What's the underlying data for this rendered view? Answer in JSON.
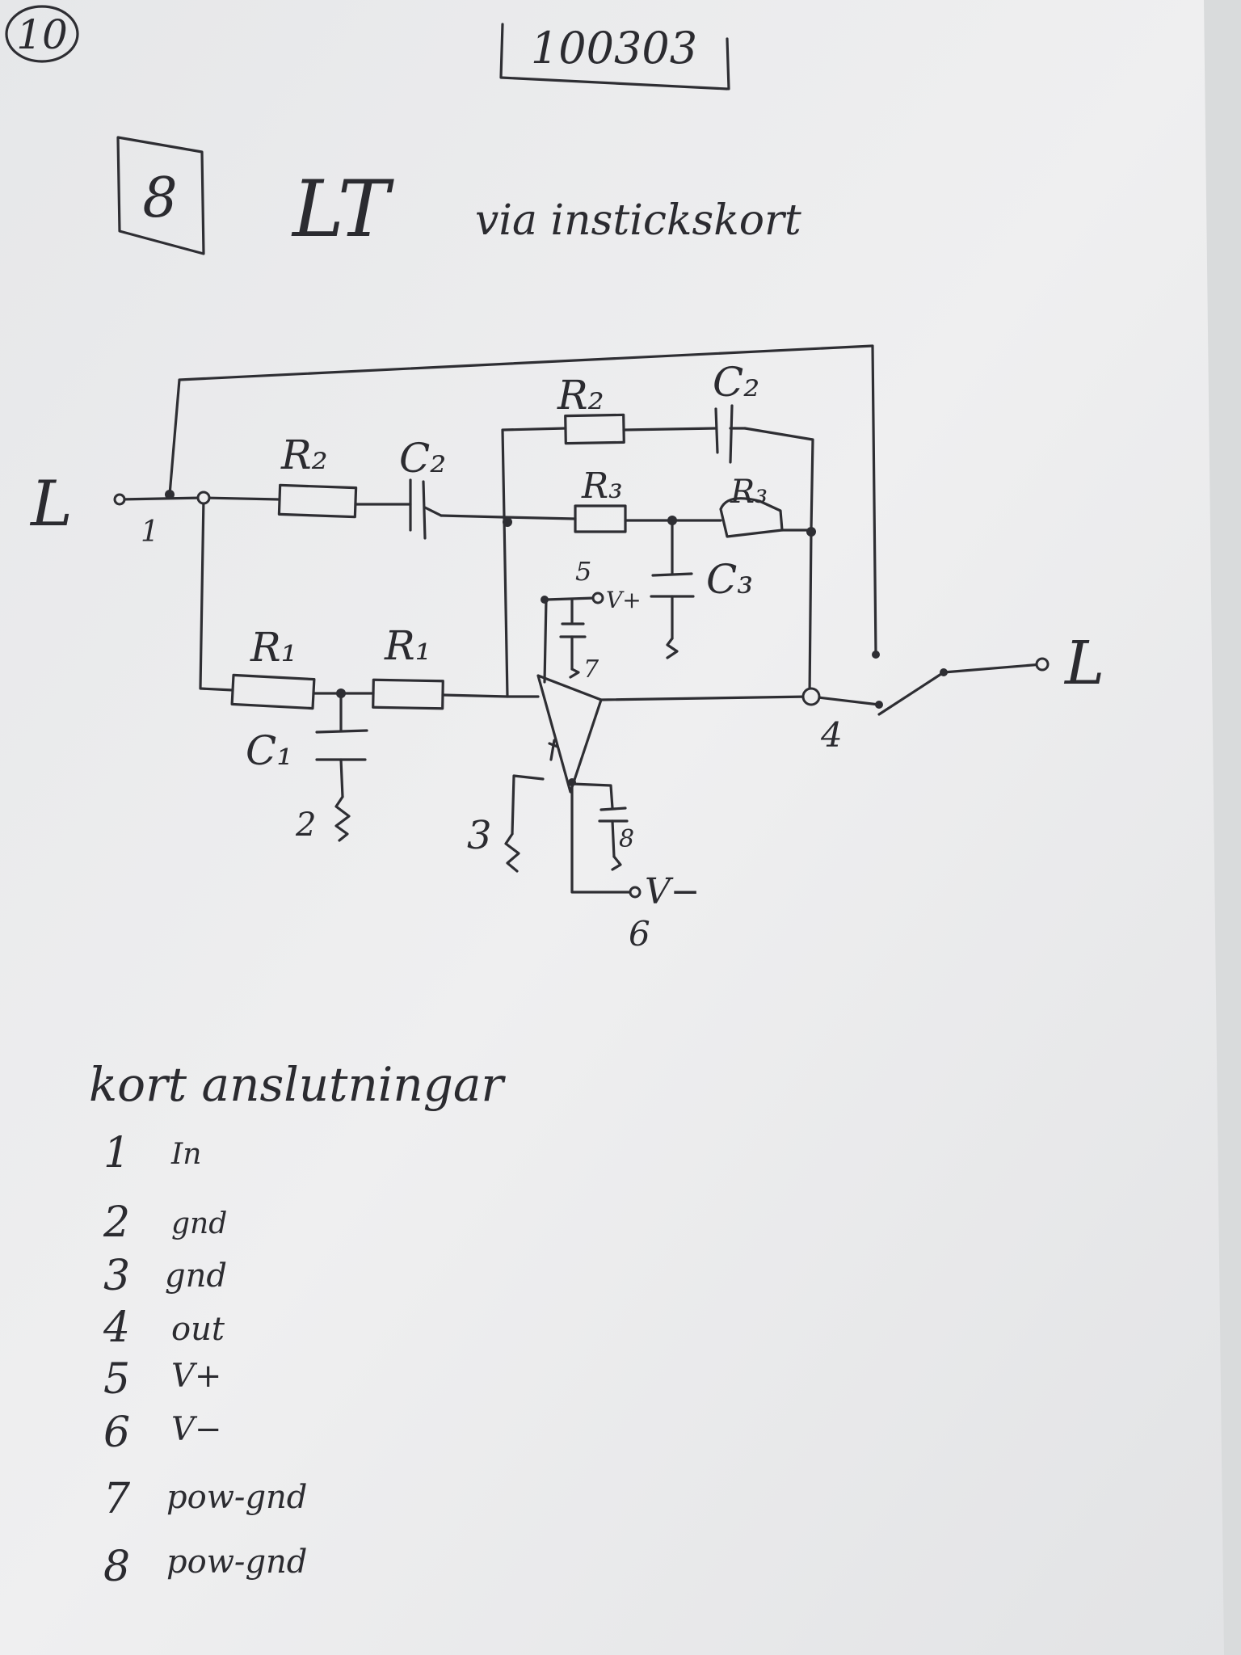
{
  "header": {
    "circled_number": "10",
    "boxed_id": "100303"
  },
  "title": {
    "boxed_number": "8",
    "name": "LT",
    "subtitle": "via instickskort"
  },
  "schematic": {
    "input_label": "L",
    "output_label": "L",
    "pins": {
      "p1": "1",
      "p2": "2",
      "p3": "3",
      "p4": "4",
      "p5": "5",
      "p6": "6",
      "p7": "7",
      "p8": "8"
    },
    "supply": {
      "vplus": "V+",
      "vminus": "V−"
    },
    "components": {
      "r1a": "R₁",
      "r1b": "R₁",
      "c1": "C₁",
      "r2a": "R₂",
      "c2a": "C₂",
      "r2b": "R₂",
      "c2b": "C₂",
      "r3a": "R₃",
      "r3b": "R₃",
      "c3": "C₃"
    }
  },
  "connections": {
    "heading": "kort anslutningar",
    "items": [
      {
        "num": "1",
        "label": "In"
      },
      {
        "num": "2",
        "label": "gnd"
      },
      {
        "num": "3",
        "label": "gnd"
      },
      {
        "num": "4",
        "label": "out"
      },
      {
        "num": "5",
        "label": "V+"
      },
      {
        "num": "6",
        "label": "V−"
      },
      {
        "num": "7",
        "label": "pow-gnd"
      },
      {
        "num": "8",
        "label": "pow-gnd"
      }
    ]
  }
}
